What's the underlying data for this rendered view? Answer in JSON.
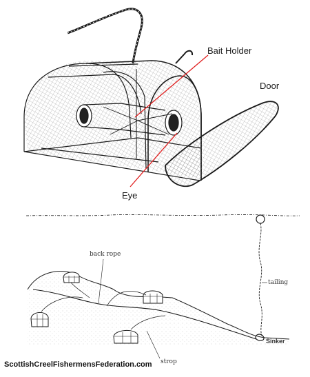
{
  "trap_labels": {
    "bait_holder": "Bait Holder",
    "door": "Door",
    "eye": "Eye"
  },
  "fleet_labels": {
    "back_rope": "back rope",
    "tailing": "tailing",
    "sinker": "Sinker",
    "strop": "strop"
  },
  "footer": {
    "credit": "ScottishCreelFishermensFederation.com"
  },
  "colors": {
    "pointer_line": "#e02020",
    "ink": "#1a1a1a"
  }
}
